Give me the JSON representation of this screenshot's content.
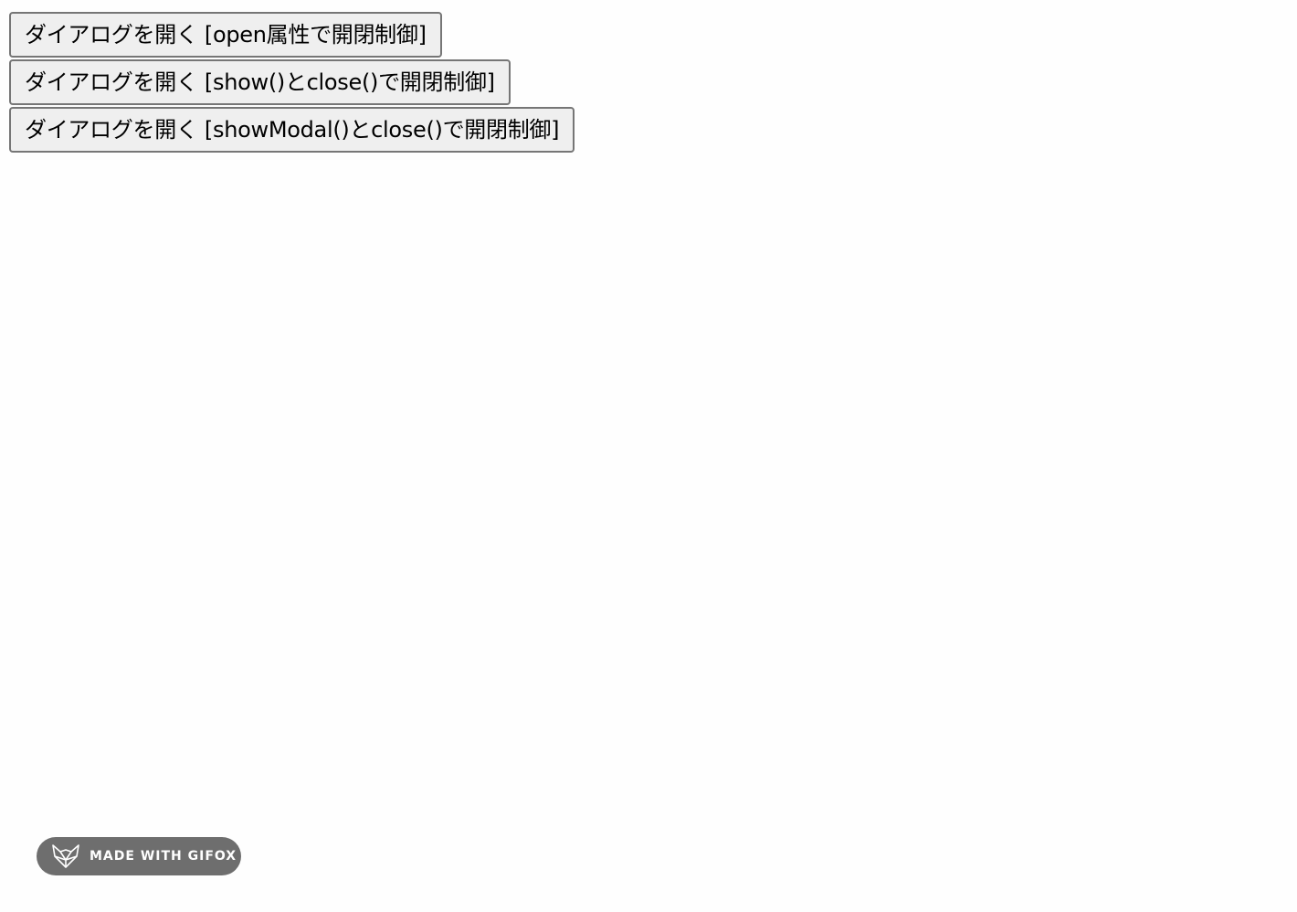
{
  "buttons": [
    {
      "label": "ダイアログを開く [open属性で開閉制御]"
    },
    {
      "label": "ダイアログを開く [show()とclose()で開閉制御]"
    },
    {
      "label": "ダイアログを開く [showModal()とclose()で開閉制御]"
    }
  ],
  "badge": {
    "label": "MADE WITH GIFOX",
    "icon": "fox-logo-icon",
    "background": "#6e6e6e",
    "text_color": "#ffffff"
  },
  "colors": {
    "page_background": "#fefefe",
    "button_background": "#efefef",
    "button_border": "#767676"
  }
}
